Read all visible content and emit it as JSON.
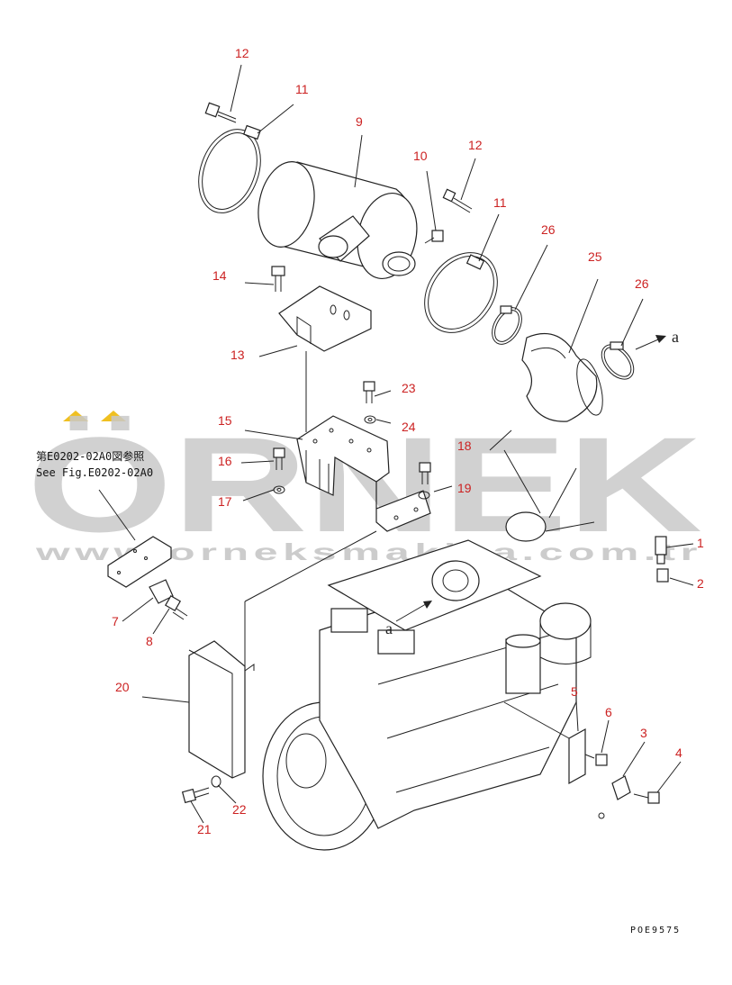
{
  "watermark": {
    "brand": "ÖRNEK",
    "url": "www.orneksmakina.com.tr",
    "accent_color": "#f0c020"
  },
  "reference_note": {
    "line1": "第E0202-02A0図参照",
    "line2": "See Fig.E0202-02A0"
  },
  "drawing_code": "POE9575",
  "flow_marker": "a",
  "flow_marker_engine": "a",
  "callouts": {
    "c1": "1",
    "c2": "2",
    "c3": "3",
    "c4": "4",
    "c5": "5",
    "c6": "6",
    "c7": "7",
    "c8": "8",
    "c9": "9",
    "c10": "10",
    "c11a": "11",
    "c11b": "11",
    "c12a": "12",
    "c12b": "12",
    "c13": "13",
    "c14": "14",
    "c15": "15",
    "c16": "16",
    "c17": "17",
    "c18": "18",
    "c19": "19",
    "c20": "20",
    "c21": "21",
    "c22": "22",
    "c23": "23",
    "c24": "24",
    "c25": "25",
    "c26a": "26",
    "c26b": "26"
  },
  "colors": {
    "callout": "#cc2222",
    "line": "#222222",
    "watermark": "#c9c9c9"
  }
}
